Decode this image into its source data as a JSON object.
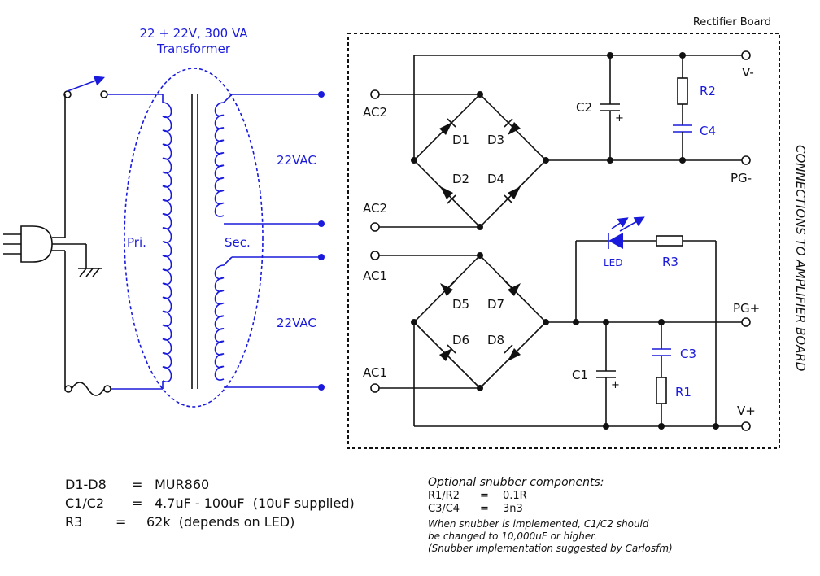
{
  "transformer": {
    "title_line1": "22 + 22V,  300 VA",
    "title_line2": "Transformer",
    "primary_label": "Pri.",
    "secondary_label": "Sec.",
    "secondary_top_voltage": "22VAC",
    "secondary_bottom_voltage": "22VAC"
  },
  "rectifier_board": {
    "title": "Rectifier Board",
    "inputs": [
      "AC2",
      "AC2",
      "AC1",
      "AC1"
    ],
    "diodes": [
      "D1",
      "D3",
      "D2",
      "D4",
      "D5",
      "D7",
      "D6",
      "D8"
    ],
    "capacitors": [
      "C2",
      "C1"
    ],
    "snubber": {
      "resistors": [
        "R2",
        "R1"
      ],
      "capacitors": [
        "C4",
        "C3"
      ]
    },
    "led": {
      "label": "LED",
      "resistor": "R3"
    },
    "outputs": [
      "V-",
      "PG-",
      "PG+",
      "V+"
    ],
    "polarity_mark": "+"
  },
  "side_label": "CONNECTIONS TO AMPLIFIER  BOARD",
  "bom": [
    {
      "ref": "D1-D8",
      "eq": "=",
      "value": "MUR860"
    },
    {
      "ref": "C1/C2",
      "eq": "=",
      "value": "4.7uF - 100uF  (10uF supplied)"
    },
    {
      "ref": "R3",
      "eq": "=",
      "value": "62k  (depends on LED)"
    }
  ],
  "snubber_notes": {
    "heading": "Optional snubber components:",
    "items": [
      {
        "ref": "R1/R2",
        "eq": "=",
        "value": "0.1R"
      },
      {
        "ref": "C3/C4",
        "eq": "=",
        "value": "3n3"
      }
    ],
    "note_line1": "When snubber is implemented, C1/C2 should",
    "note_line2": "be changed to 10,000uF or higher.",
    "note_line3": "(Snubber implementation suggested by Carlosfm)"
  },
  "colors": {
    "ink": "#111111",
    "accent": "#1a1adc"
  }
}
